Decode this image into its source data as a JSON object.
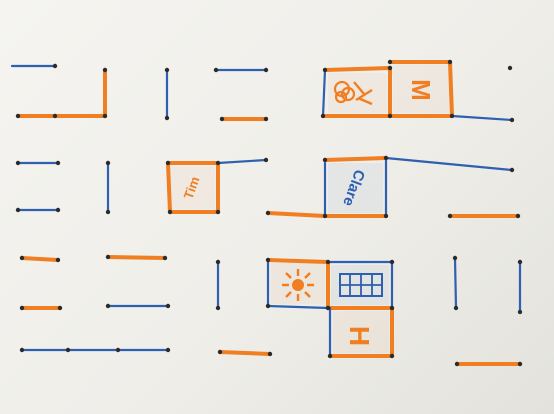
{
  "game": {
    "name": "dots-and-boxes",
    "colors": {
      "paper": "#f2f1ed",
      "blue": "#2f5fb0",
      "orange": "#f07e22",
      "dot": "#2b2b2b"
    },
    "boxes": [
      {
        "id": "box-flower",
        "owner": "orange",
        "content": "flower-icon"
      },
      {
        "id": "box-m",
        "owner": "orange",
        "content": "M"
      },
      {
        "id": "box-tim",
        "owner": "orange",
        "content": "Tim"
      },
      {
        "id": "box-clare",
        "owner": "blue",
        "content": "Clare"
      },
      {
        "id": "box-sun",
        "owner": "orange",
        "content": "sun-icon"
      },
      {
        "id": "box-grid",
        "owner": "blue",
        "content": "grid-icon"
      },
      {
        "id": "box-h",
        "owner": "orange",
        "content": "H"
      }
    ]
  }
}
